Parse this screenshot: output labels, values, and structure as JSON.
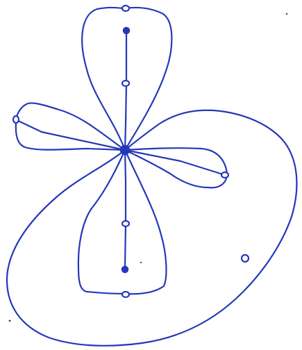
{
  "drawing": {
    "description_kind": "hand-drawn graph sketch in blue ink",
    "ink_color": "#2338b8",
    "background_color": "#ffffff",
    "center_vertex": "filled",
    "loops": [
      {
        "id": "top-petal",
        "open_vertices": 2,
        "filled_vertices": 1
      },
      {
        "id": "left-petal",
        "open_vertices": 1,
        "filled_vertices": 0
      },
      {
        "id": "right-petal",
        "open_vertices": 1,
        "filled_vertices": 0
      },
      {
        "id": "bottom-petal",
        "open_vertices": 2,
        "filled_vertices": 1
      },
      {
        "id": "large-outer-loop",
        "open_vertices": 1,
        "filled_vertices": 0
      }
    ]
  }
}
